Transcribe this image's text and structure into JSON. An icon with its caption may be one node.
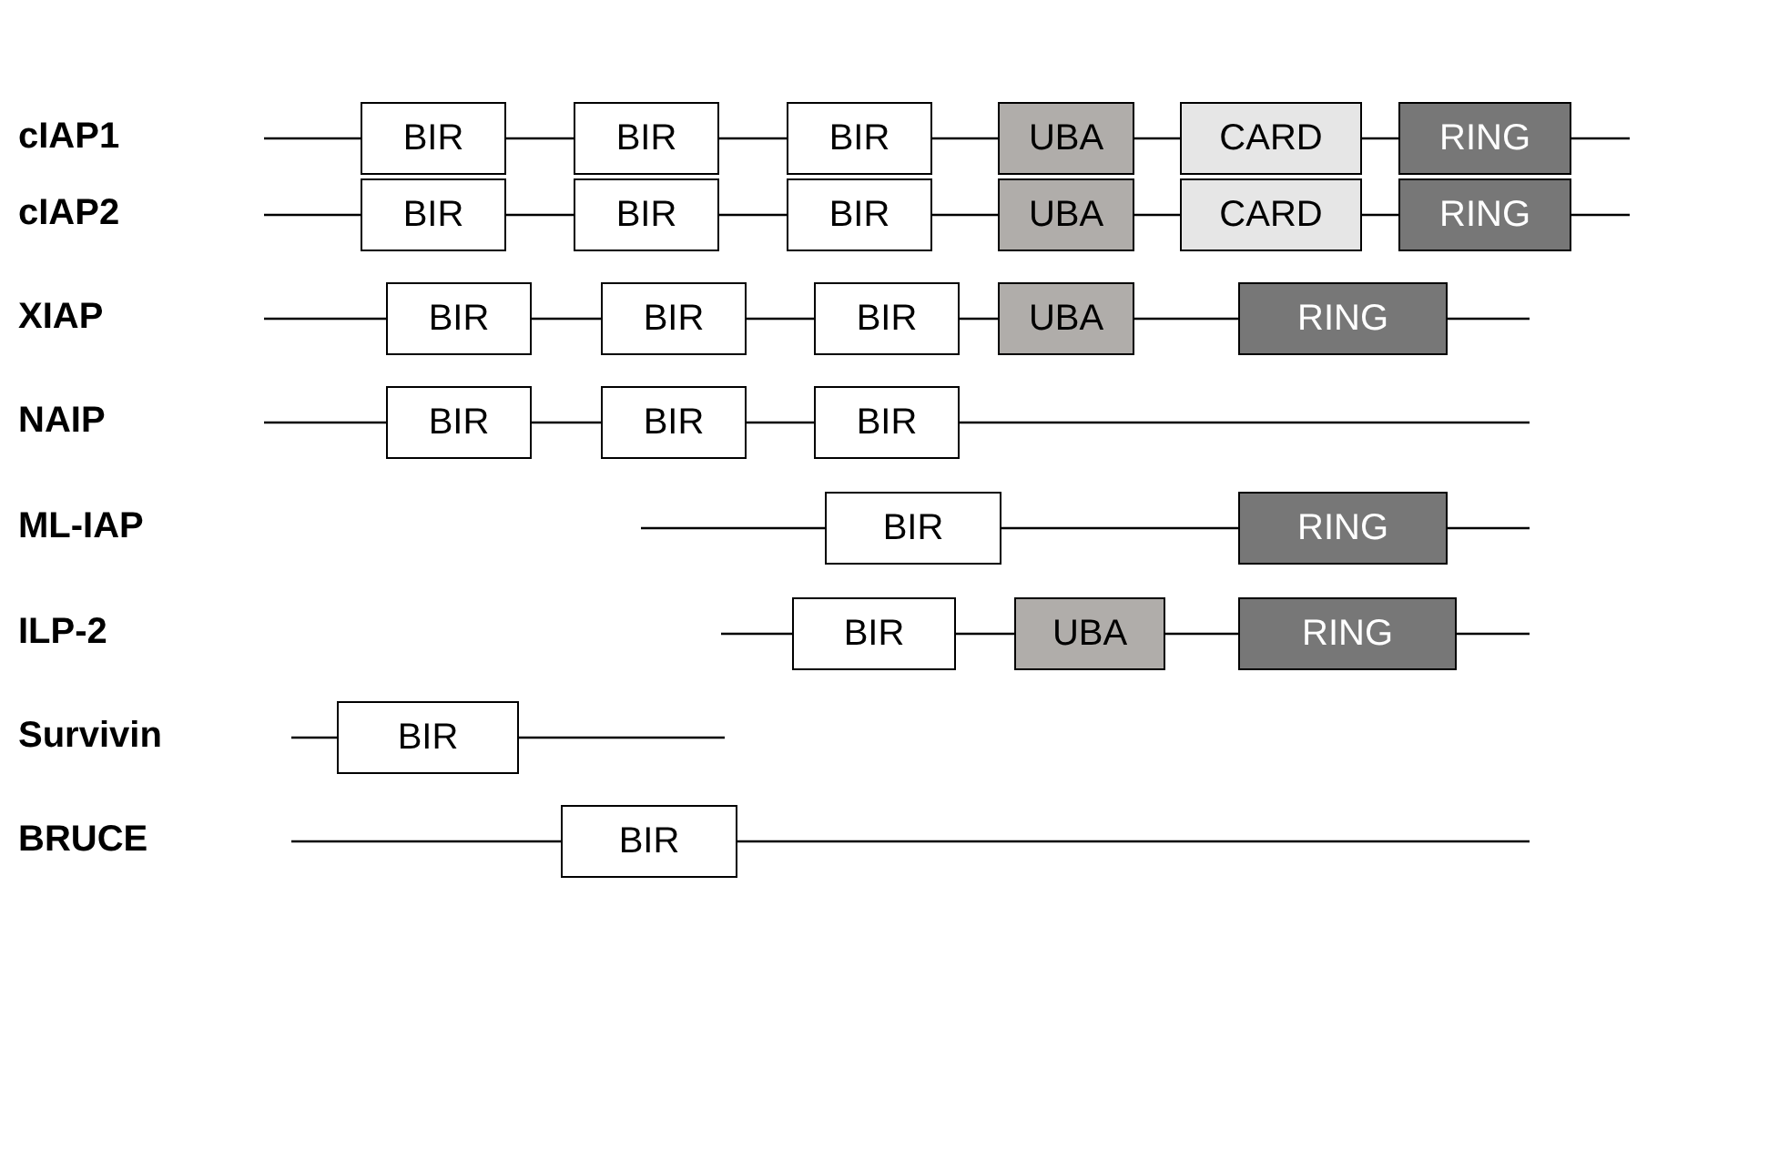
{
  "diagram": {
    "nodes": [
      {
        "text": [
          "BIR"
        ]
      },
      {
        "text": [
          "BIR"
        ]
      },
      {
        "text": [
          "BIR"
        ]
      },
      {
        "text": [
          "UBA"
        ]
      },
      {
        "text": [
          "CARD"
        ]
      },
      {
        "text": [
          "RING"
        ]
      },
      {
        "text": [
          "BIR"
        ]
      },
      {
        "text": [
          "BIR"
        ]
      },
      {
        "text": [
          "BIR"
        ]
      },
      {
        "text": [
          "UBA"
        ]
      },
      {
        "text": [
          "CARD"
        ]
      },
      {
        "text": [
          "RING"
        ]
      },
      {
        "text": [
          "BIR"
        ]
      },
      {
        "text": [
          "BIR"
        ]
      },
      {
        "text": [
          "BIR"
        ]
      },
      {
        "text": [
          "UBA"
        ]
      },
      {
        "text": [
          "RING"
        ]
      },
      {
        "text": [
          "BIR"
        ]
      },
      {
        "text": [
          "BIR"
        ]
      },
      {
        "text": [
          "BIR"
        ]
      },
      {
        "text": [
          "BIR"
        ]
      },
      {
        "text": [
          "RING"
        ]
      },
      {
        "text": [
          "BIR"
        ]
      },
      {
        "text": [
          "UBA"
        ]
      },
      {
        "text": [
          "RING"
        ]
      },
      {
        "text": [
          "BIR"
        ]
      },
      {
        "text": [
          "BIR"
        ]
      }
    ],
    "edges": [
      {
        "from": null,
        "to": 0,
        "arrow": "none"
      },
      {
        "from": 0,
        "to": 1,
        "arrow": "none"
      },
      {
        "from": 1,
        "to": 2,
        "arrow": "none"
      },
      {
        "from": 2,
        "to": 3,
        "arrow": "none"
      },
      {
        "from": 3,
        "to": 4,
        "arrow": "none"
      },
      {
        "from": 4,
        "to": 5,
        "arrow": "none"
      },
      {
        "from": 5,
        "to": null,
        "arrow": "none"
      },
      {
        "from": null,
        "to": 6,
        "arrow": "none"
      },
      {
        "from": 6,
        "to": 7,
        "arrow": "none"
      },
      {
        "from": 7,
        "to": 8,
        "arrow": "none"
      },
      {
        "from": 8,
        "to": 9,
        "arrow": "none"
      },
      {
        "from": 9,
        "to": 10,
        "arrow": "none"
      },
      {
        "from": 10,
        "to": 11,
        "arrow": "none"
      },
      {
        "from": 11,
        "to": null,
        "arrow": "none"
      },
      {
        "from": null,
        "to": 12,
        "arrow": "none"
      },
      {
        "from": 12,
        "to": 13,
        "arrow": "none"
      },
      {
        "from": 13,
        "to": 14,
        "arrow": "none"
      },
      {
        "from": 14,
        "to": 15,
        "arrow": "none"
      },
      {
        "from": 15,
        "to": 16,
        "arrow": "none"
      },
      {
        "from": 16,
        "to": null,
        "arrow": "none"
      },
      {
        "from": null,
        "to": 17,
        "arrow": "none"
      },
      {
        "from": 17,
        "to": 18,
        "arrow": "none"
      },
      {
        "from": 18,
        "to": 19,
        "arrow": "none"
      },
      {
        "from": 19,
        "to": null,
        "arrow": "none"
      },
      {
        "from": null,
        "to": 20,
        "arrow": "none"
      },
      {
        "from": 20,
        "to": 21,
        "arrow": "none"
      },
      {
        "from": 21,
        "to": null,
        "arrow": "none"
      },
      {
        "from": null,
        "to": 22,
        "arrow": "none"
      },
      {
        "from": 22,
        "to": 23,
        "arrow": "none"
      },
      {
        "from": 23,
        "to": 24,
        "arrow": "none"
      },
      {
        "from": 24,
        "to": null,
        "arrow": "none"
      },
      {
        "from": null,
        "to": 25,
        "arrow": "none"
      },
      {
        "from": 25,
        "to": null,
        "arrow": "none"
      },
      {
        "from": null,
        "to": 26,
        "arrow": "none"
      },
      {
        "from": 26,
        "to": null,
        "arrow": "none"
      }
    ],
    "labels": [
      "cIAP1",
      "cIAP2",
      "XIAP",
      "NAIP",
      "ML-IAP",
      "ILP-2",
      "Survivin",
      "BRUCE"
    ]
  }
}
